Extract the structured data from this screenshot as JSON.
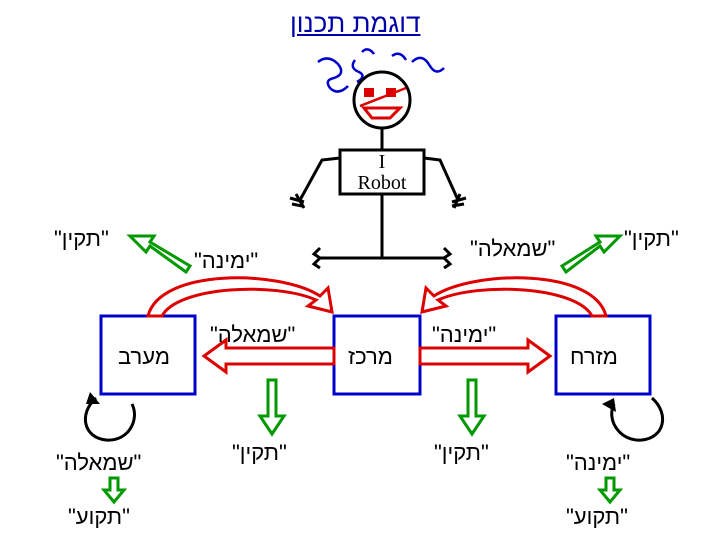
{
  "title": "דוגמת תכנון",
  "robot": {
    "line1": "I",
    "line2": "Robot"
  },
  "boxes": {
    "west": "מערב",
    "center": "מרכז",
    "east": "מזרח"
  },
  "labels": {
    "fix_left": "\"תקין\"",
    "fix_right": "\"תקין\"",
    "right_turn_top": "\"ימינה\"",
    "left_turn_top": "\"שמאלה\"",
    "left_turn_mid": "\"שמאלה\"",
    "right_turn_mid": "\"ימינה\"",
    "fix_mid_left": "\"תקין\"",
    "fix_mid_right": "\"תקין\"",
    "west_self": "\"שמאלה\"",
    "east_self": "\"ימינה\"",
    "stuck_left": "\"תקוע\"",
    "stuck_right": "\"תקוע\""
  },
  "colors": {
    "box": "#0000cc",
    "red": "#dd0000",
    "green": "#009900",
    "title": "#0000aa"
  }
}
